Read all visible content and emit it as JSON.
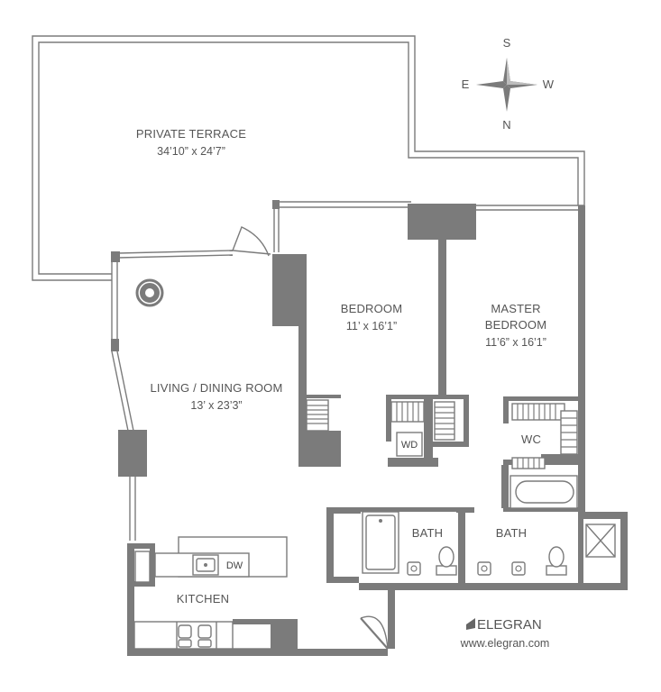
{
  "rooms": {
    "terrace": {
      "name": "PRIVATE TERRACE",
      "size": "34’10” x 24’7”"
    },
    "living": {
      "name": "LIVING / DINING ROOM",
      "size": "13’ x 23’3”"
    },
    "bedroom": {
      "name": "BEDROOM",
      "size": "11’ x 16’1”"
    },
    "master": {
      "name_line1": "MASTER",
      "name_line2": "BEDROOM",
      "size": "11’6” x 16’1”"
    },
    "kitchen": {
      "name": "KITCHEN"
    },
    "bath1": {
      "name": "BATH"
    },
    "bath2": {
      "name": "BATH"
    },
    "wc": {
      "name": "WC"
    }
  },
  "fixtures": {
    "washer_dryer": "WD",
    "dishwasher": "DW"
  },
  "compass": {
    "north": "N",
    "south": "S",
    "east": "E",
    "west": "W"
  },
  "branding": {
    "name": "ELEGRAN",
    "url": "www.elegran.com"
  },
  "colors": {
    "walls": "#7b7b7b",
    "text": "#555555",
    "background": "#ffffff"
  }
}
